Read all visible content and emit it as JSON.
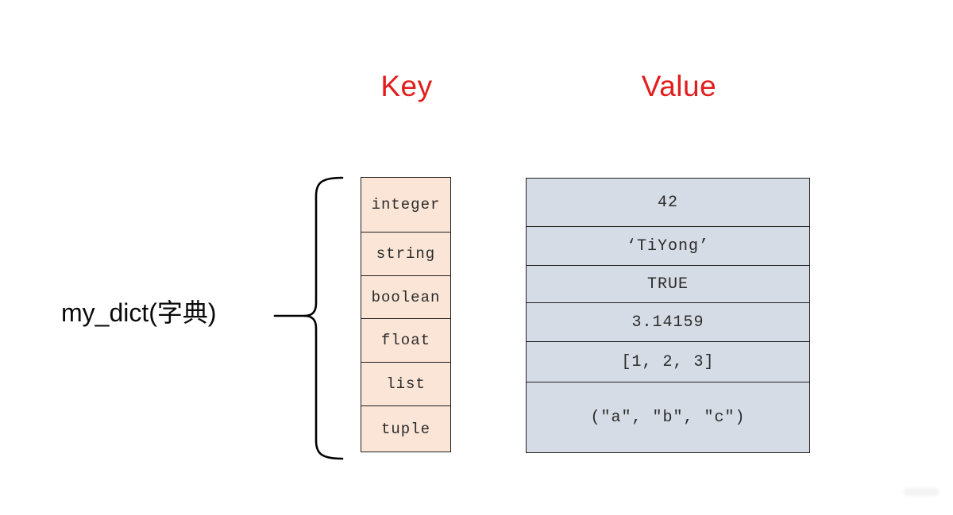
{
  "headers": {
    "key": "Key",
    "value": "Value"
  },
  "dict_label": "my_dict(字典)",
  "keys": [
    "integer",
    "string",
    "boolean",
    "float",
    "list",
    "tuple"
  ],
  "values": [
    "42",
    "‘TiYong’",
    "TRUE",
    "3.14159",
    "[1, 2, 3]",
    "(″a″, ″b″, ″c″)"
  ],
  "colors": {
    "header_text": "#e11d1d",
    "key_cell_fill": "#fbe5d6",
    "value_cell_fill": "#d6dce5",
    "cell_border": "#1f1f1f",
    "brace_stroke": "#000000",
    "background": "#ffffff"
  }
}
